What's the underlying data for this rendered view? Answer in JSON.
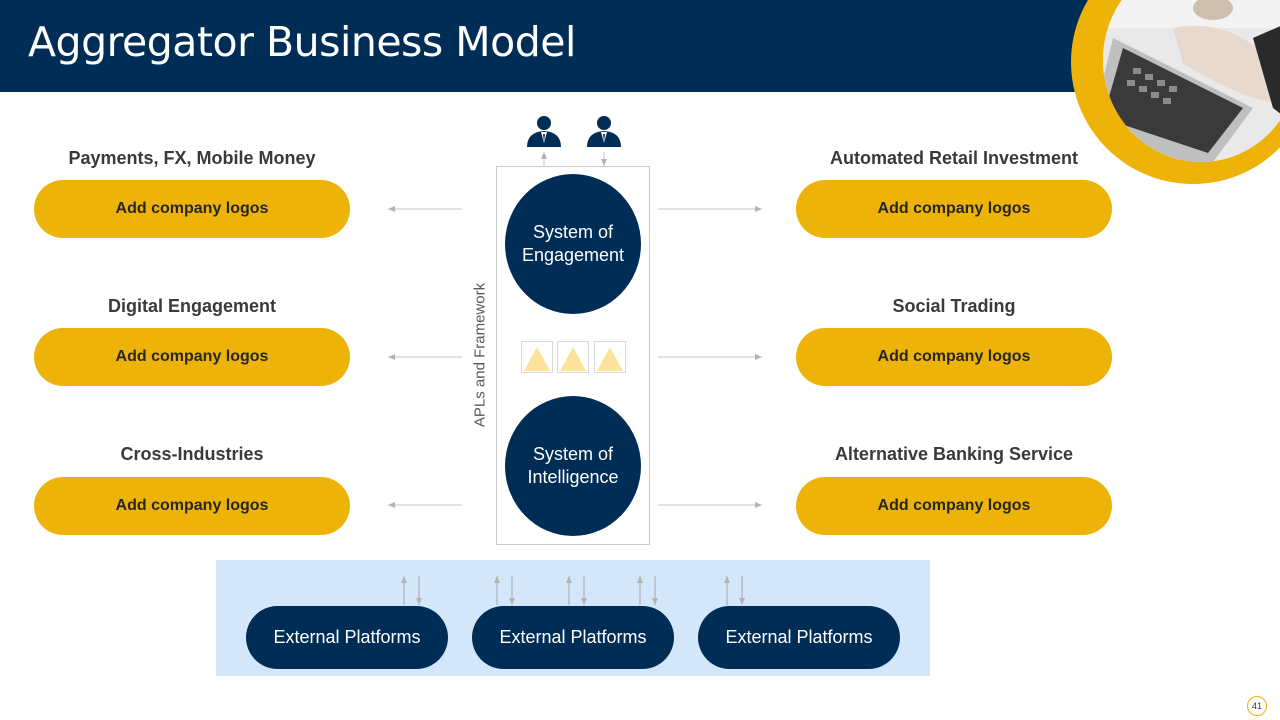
{
  "slide": {
    "title": "Aggregator Business Model",
    "page_number": "41"
  },
  "colors": {
    "navy": "#002d56",
    "gold": "#eeb308",
    "light_blue_panel": "#d3e6fa",
    "triangle_fill": "#fde29b"
  },
  "left_categories": [
    {
      "title": "Payments, FX, Mobile Money",
      "logo_text": "Add company logos"
    },
    {
      "title": "Digital Engagement",
      "logo_text": "Add company logos"
    },
    {
      "title": "Cross-Industries",
      "logo_text": "Add company logos"
    }
  ],
  "right_categories": [
    {
      "title": "Automated Retail Investment",
      "logo_text": "Add company logos"
    },
    {
      "title": "Social Trading",
      "logo_text": "Add company logos"
    },
    {
      "title": "Alternative Banking Service",
      "logo_text": "Add company logos"
    }
  ],
  "center": {
    "framework_label": "APLs and Framework",
    "system_engagement": {
      "line1": "System of",
      "line2": "Engagement"
    },
    "system_intelligence": {
      "line1": "System of",
      "line2": "Intelligence"
    },
    "user_icons": [
      "businessman-icon",
      "businessman-icon"
    ]
  },
  "external_platforms": [
    "External Platforms",
    "External Platforms",
    "External Platforms"
  ]
}
